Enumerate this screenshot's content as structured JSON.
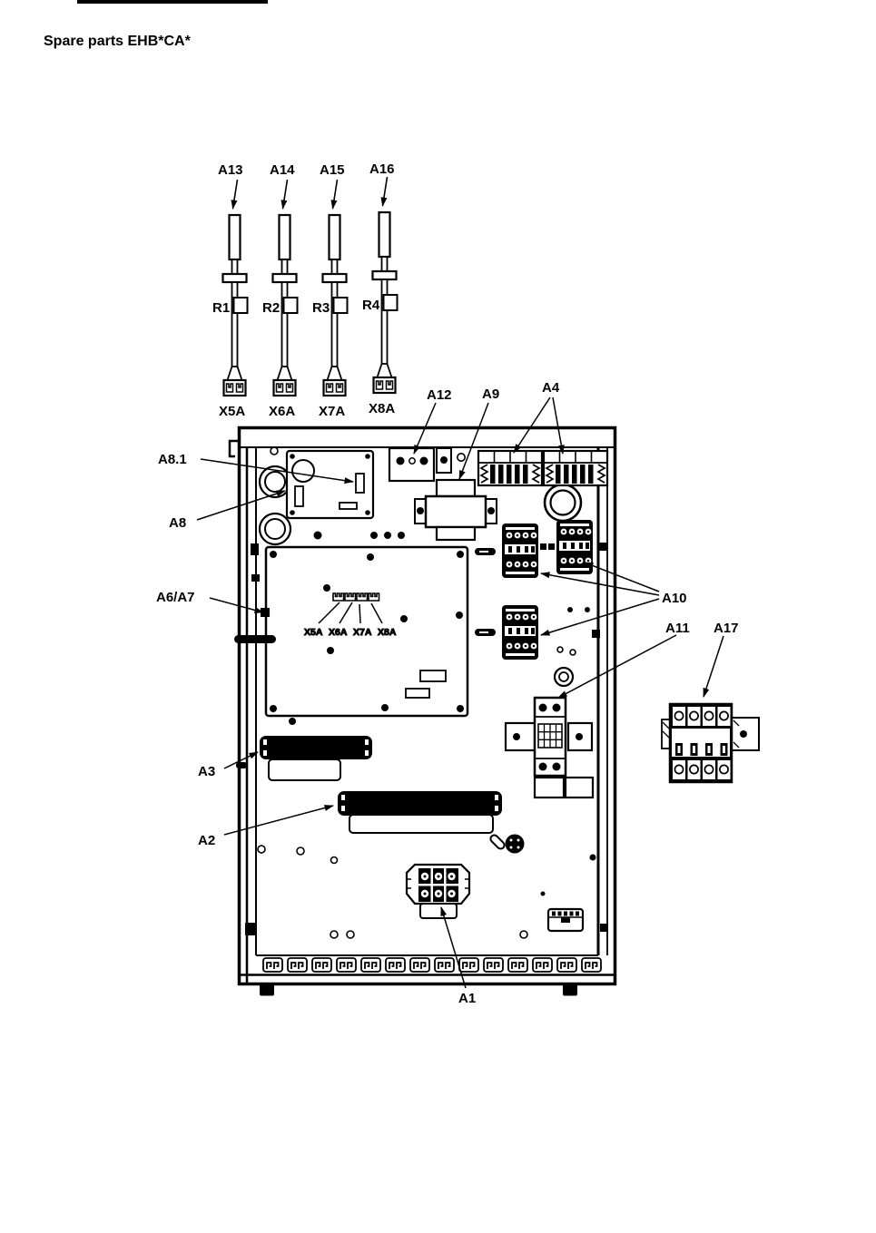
{
  "title": "Spare parts EHB*CA*",
  "colors": {
    "ink": "#000000",
    "paper": "#ffffff"
  },
  "sensors": [
    {
      "part": "A13",
      "resistor": "R1",
      "connector": "X5A"
    },
    {
      "part": "A14",
      "resistor": "R2",
      "connector": "X6A"
    },
    {
      "part": "A15",
      "resistor": "R3",
      "connector": "X7A"
    },
    {
      "part": "A16",
      "resistor": "R4",
      "connector": "X8A"
    }
  ],
  "board_connectors": [
    "X5A",
    "X6A",
    "X7A",
    "X8A"
  ],
  "callouts": {
    "a1": "A1",
    "a2": "A2",
    "a3": "A3",
    "a4": "A4",
    "a6_a7": "A6/A7",
    "a8": "A8",
    "a8_1": "A8.1",
    "a9": "A9",
    "a10": "A10",
    "a11": "A11",
    "a12": "A12",
    "a17": "A17"
  }
}
